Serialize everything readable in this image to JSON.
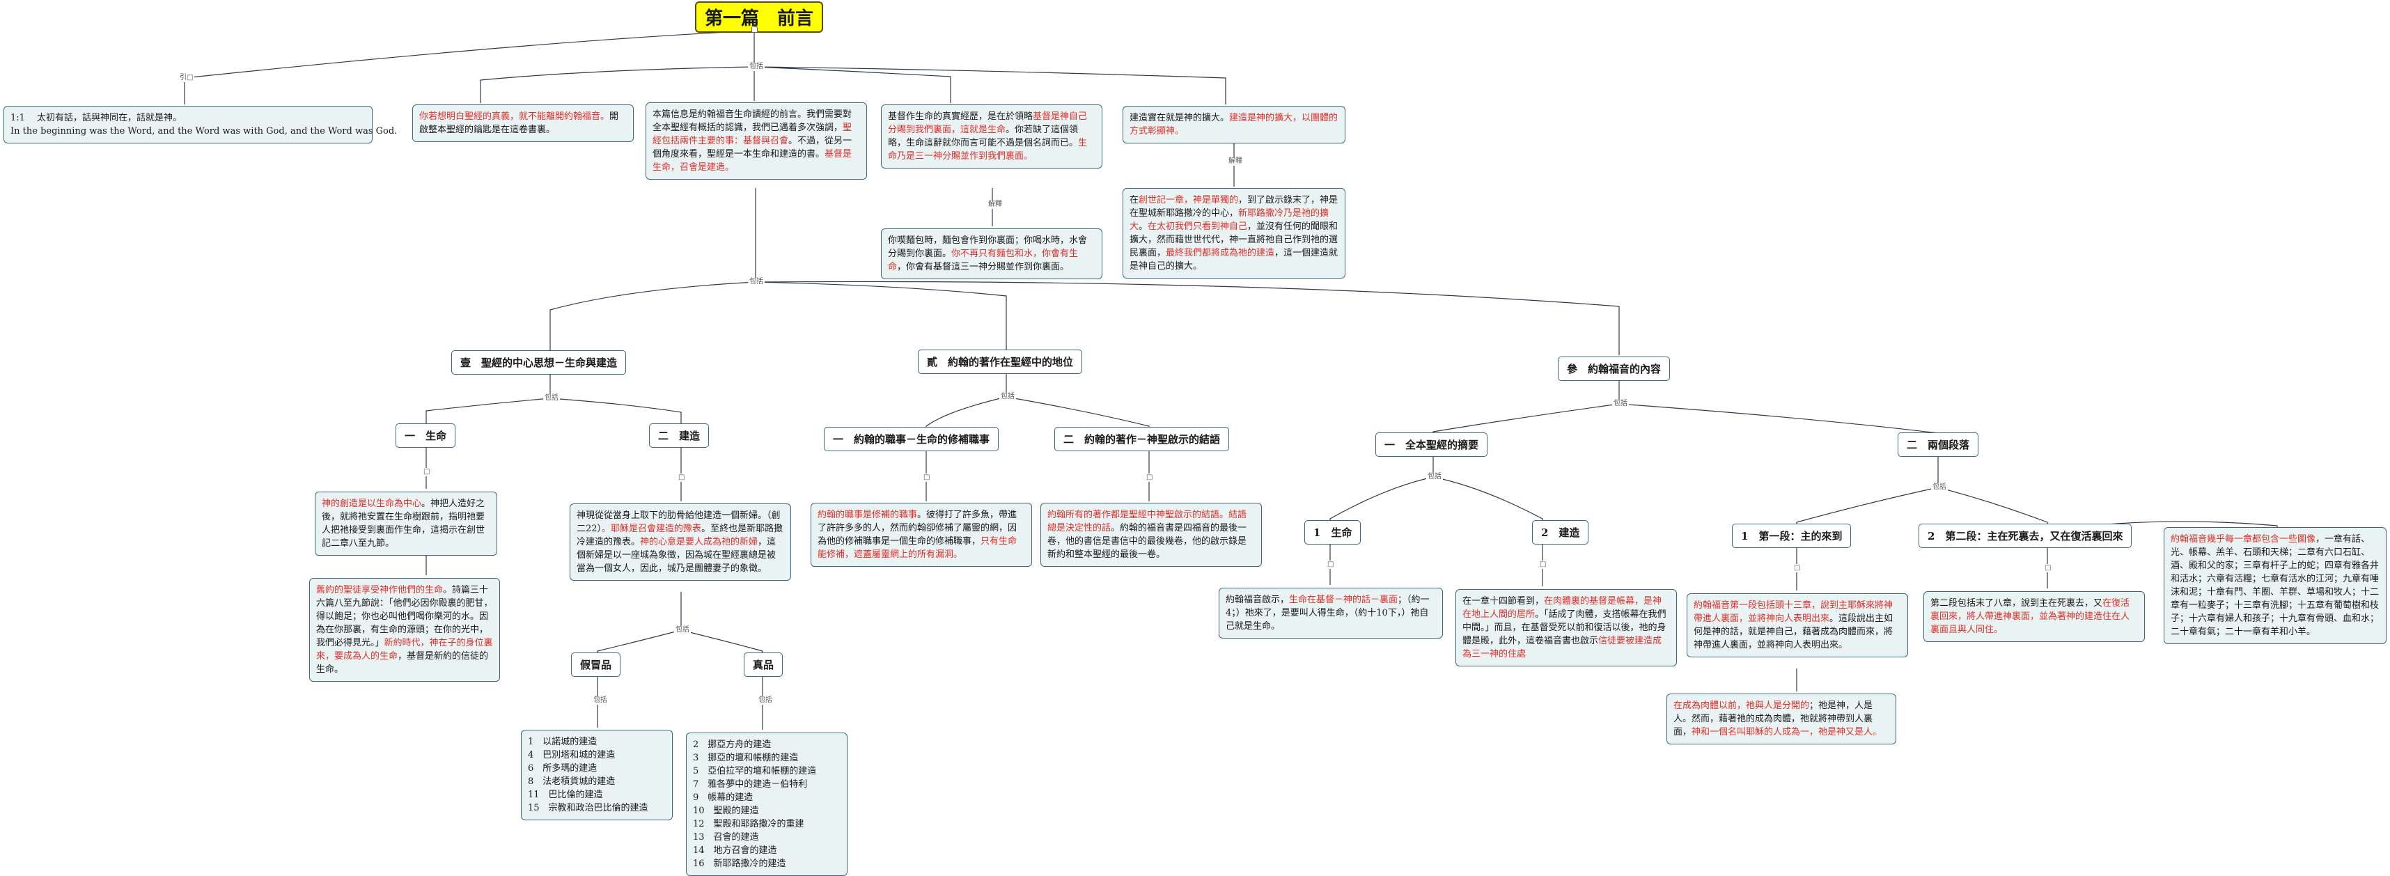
{
  "root": {
    "title": "第一篇　前言"
  },
  "link_labels": {
    "quote": "引□",
    "includes": "包括",
    "explain": "解釋",
    "small": "□"
  },
  "nodes": {
    "n1": {
      "segments": [
        {
          "t": "1:1　 太初有話，話與神同在，話就是神。",
          "red": false
        },
        {
          "t": "In the beginning was the Word, and the Word was with God, and the Word was God.",
          "red": false
        }
      ]
    },
    "n2": {
      "segments": [
        {
          "t": "你若想明白聖經的真義，就不能離開約翰福音。",
          "red": true
        },
        {
          "t": "開啟整本聖經的鑰匙是在這卷書裏。",
          "red": false
        }
      ]
    },
    "n3": {
      "segments": [
        {
          "t": "本篇信息是約翰福音生命讀經的前言。我們需要對全本聖經有概括的認識，我們已遇着多次強調，",
          "red": false
        },
        {
          "t": "聖經包括兩件主要的事：基督與召會",
          "red": true
        },
        {
          "t": "。不過，從另一個角度來看，聖經是一本生命和建造的書。",
          "red": false
        },
        {
          "t": "基督是生命，召會是建造。",
          "red": true
        }
      ]
    },
    "n4": {
      "segments": [
        {
          "t": "基督作生命的真實經歷，是在於領略",
          "red": false
        },
        {
          "t": "基督是神自己分賜到我們裏面，這就是生命",
          "red": true
        },
        {
          "t": "。你若缺了這個領略，生命這辭就你而言可能不過是個名詞而已。",
          "red": false
        },
        {
          "t": "生命乃是三一神分賜並作到我們裏面。",
          "red": true
        }
      ]
    },
    "n5": {
      "segments": [
        {
          "t": "你喫麵包時，麵包會作到你裏面；你喝水時，水會分賜到你裏面。",
          "red": false
        },
        {
          "t": "你不再只有麵包和水，你會有生命",
          "red": true
        },
        {
          "t": "，你會有基督這三一神分賜並作到你裏面。",
          "red": false
        }
      ]
    },
    "n6": {
      "segments": [
        {
          "t": "建造實在就是神的擴大。",
          "red": false
        },
        {
          "t": "建造是神的擴大，以團體的方式彰顯神。",
          "red": true
        }
      ]
    },
    "n7": {
      "segments": [
        {
          "t": "在",
          "red": false
        },
        {
          "t": "創世記一章，神是單獨的",
          "red": true
        },
        {
          "t": "，到了啟示錄末了，神是在聖城新耶路撒冷的中心，",
          "red": false
        },
        {
          "t": "新耶路撒冷乃是祂的擴大",
          "red": true
        },
        {
          "t": "。",
          "red": false
        },
        {
          "t": "在太初我們只看到神自己",
          "red": true
        },
        {
          "t": "，並沒有任何的聞眼和擴大，然而藉世世代代，神一直將祂自己作到祂的選民裏面，",
          "red": false
        },
        {
          "t": "最終我們都將成為祂的建造",
          "red": true
        },
        {
          "t": "，這一個建造就是神自己的擴大。",
          "red": false
        }
      ]
    },
    "t1": {
      "label": "壹　聖經的中心思想－生命與建造"
    },
    "t2": {
      "label": "貳　約翰的著作在聖經中的地位"
    },
    "t3": {
      "label": "參　約翰福音的內容"
    },
    "t11": {
      "label": "一　生命"
    },
    "t12": {
      "label": "二　建造"
    },
    "n8": {
      "segments": [
        {
          "t": "神的創造是以生命為中心",
          "red": true
        },
        {
          "t": "。神把人造好之後，就將祂安置在生命樹跟前，指明祂要人把祂接受到裏面作生命，這揭示在創世記二章八至九節。",
          "red": false
        }
      ]
    },
    "n9": {
      "segments": [
        {
          "t": "舊約的聖徒享受神作他們的生命",
          "red": true
        },
        {
          "t": "。詩篇三十六篇八至九節說：「他們必因你殿裏的肥甘，得以飽足；你也必叫他們喝你樂河的水。因為在你那裏，有生命的源頭；在你的光中，我們必得見光。」",
          "red": false
        },
        {
          "t": "新約時代，神在子的身位裏來，要成為人的生命",
          "red": true
        },
        {
          "t": "，基督是新約的信徒的生命。",
          "red": false
        }
      ]
    },
    "n10": {
      "segments": [
        {
          "t": "神現從從當身上取下的肋骨給他建造一個新婦。（創二22）",
          "red": false
        },
        {
          "t": "。耶穌是召會建造的豫表",
          "red": true
        },
        {
          "t": "。至終也是新耶路撒冷建造的豫表。",
          "red": false
        },
        {
          "t": "神的心意是要人成為祂的新婦",
          "red": true
        },
        {
          "t": "，這個新婦是以一座城為象徵，因為城在聖經裏總是被當為一個女人，因此，城乃是團體妻子的象徵。",
          "red": false
        }
      ]
    },
    "t121": {
      "label": "假冒品"
    },
    "t122": {
      "label": "真品"
    },
    "list_fake": {
      "items": [
        "1　以諾城的建造",
        "4　巴別塔和城的建造",
        "6　所多瑪的建造",
        "8　法老積貨城的建造",
        "11　巴比倫的建造",
        "15　宗教和政治巴比倫的建造"
      ]
    },
    "list_true": {
      "items": [
        "2　挪亞方舟的建造",
        "3　挪亞的壇和帳棚的建造",
        "5　亞伯拉罕的壇和帳棚的建造",
        "7　雅各夢中的建造－伯特利",
        "9　帳幕的建造",
        "10　聖殿的建造",
        "12　聖殿和耶路撒冷的重建",
        "13　召會的建造",
        "14　地方召會的建造",
        "16　新耶路撒冷的建造"
      ]
    },
    "t21": {
      "label": "一　約翰的職事－生命的修補職事"
    },
    "t22": {
      "label": "二　約翰的著作－神聖啟示的結語"
    },
    "n11": {
      "segments": [
        {
          "t": "約翰的職事是修補的職事",
          "red": true
        },
        {
          "t": "。彼得打了許多魚，帶進了許許多多的人，然而約翰卻修補了屬靈的網，因為他的修補職事是一個生命的修補職事，",
          "red": false
        },
        {
          "t": "只有生命能修補，遮蓋屬靈網上的所有漏洞。",
          "red": true
        }
      ]
    },
    "n12": {
      "segments": [
        {
          "t": "約翰所有的著作都是聖經中神聖啟示的結語。結語總是決定性的話",
          "red": true
        },
        {
          "t": "。約翰的福音書是四福音的最後一卷，他的書信是書信中的最後幾卷，他的啟示錄是新約和整本聖經的最後一卷。",
          "red": false
        }
      ]
    },
    "t31": {
      "label": "一　全本聖經的摘要"
    },
    "t32": {
      "label": "二　兩個段落"
    },
    "t311": {
      "label": "1　生命"
    },
    "t312": {
      "label": "2　建造"
    },
    "n13": {
      "segments": [
        {
          "t": "約翰福音啟示，",
          "red": false
        },
        {
          "t": "生命在基督－神的話－裏面",
          "red": true
        },
        {
          "t": "；（約一4；）祂來了，是要叫人得生命，（約十10下，）祂自己就是生命。",
          "red": false
        }
      ]
    },
    "n14": {
      "segments": [
        {
          "t": "在一章十四節看到，",
          "red": false
        },
        {
          "t": "在肉體裏的基督是帳幕，是神在地上人間的居所",
          "red": true
        },
        {
          "t": "。「話成了肉體，支搭帳幕在我們中間。」而且，在基督受死以前和復活以後，祂的身體是殿，此外，這卷福音書也啟示",
          "red": false
        },
        {
          "t": "信徒要被建造成為三一神的住處",
          "red": true
        }
      ]
    },
    "t321": {
      "label": "1　第一段：主的來到"
    },
    "t322": {
      "label": "2　第二段：主在死裏去，又在復活裏回來"
    },
    "n15": {
      "segments": [
        {
          "t": "約翰福音第一段包括頭十三章，說到主耶穌來將神帶進人裏面，並將神向人表明出來",
          "red": true
        },
        {
          "t": "。這段說出主如何是神的話，就是神自己，藉著成為肉體而來，將神帶進人裏面，並將神向人表明出來。",
          "red": false
        }
      ]
    },
    "n16": {
      "segments": [
        {
          "t": "在成為肉體以前，祂與人是分開的",
          "red": true
        },
        {
          "t": "；祂是神，人是人。然而，藉著祂的成為肉體，祂就將神帶到人裏面，",
          "red": false
        },
        {
          "t": "神和一個名叫耶穌的人成為一，祂是神又是人。",
          "red": true
        }
      ]
    },
    "n17": {
      "segments": [
        {
          "t": "第二段包括末了八章，說到主在死裏去，又",
          "red": false
        },
        {
          "t": "在復活裏回來，將人帶進神裏面，並為著神的建造住在人裏面且與人同住。",
          "red": true
        }
      ]
    },
    "n18": {
      "segments": [
        {
          "t": "約翰福音幾乎每一章都包含一些圖像",
          "red": true
        },
        {
          "t": "，一章有話、光、帳幕、羔羊、石頭和天梯；二章有六口石缸、酒、殿和父的家；三章有杆子上的蛇；四章有雅各井和活水；六章有活糧；七章有活水的江河；九章有唾沫和泥；十章有門、羊圈、羊群、草場和牧人；十二章有一粒麥子；十三章有洗腳；十五章有葡萄樹和枝子；十六章有婦人和孩子；十九章有骨頭、血和水；二十章有氣；二十一章有羊和小羊。",
          "red": false
        }
      ]
    }
  }
}
